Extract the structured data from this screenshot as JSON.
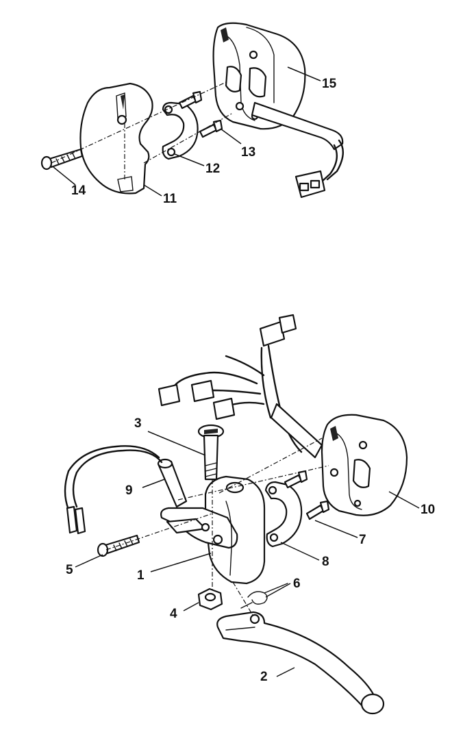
{
  "diagram": {
    "callouts": [
      {
        "id": "c1",
        "text": "1"
      },
      {
        "id": "c2",
        "text": "2"
      },
      {
        "id": "c3",
        "text": "3"
      },
      {
        "id": "c4",
        "text": "4"
      },
      {
        "id": "c5",
        "text": "5"
      },
      {
        "id": "c6",
        "text": "6"
      },
      {
        "id": "c7",
        "text": "7"
      },
      {
        "id": "c8",
        "text": "8"
      },
      {
        "id": "c9",
        "text": "9"
      },
      {
        "id": "c10",
        "text": "10"
      },
      {
        "id": "c11",
        "text": "11"
      },
      {
        "id": "c12",
        "text": "12"
      },
      {
        "id": "c13",
        "text": "13"
      },
      {
        "id": "c14",
        "text": "14"
      },
      {
        "id": "c15",
        "text": "15"
      }
    ]
  }
}
